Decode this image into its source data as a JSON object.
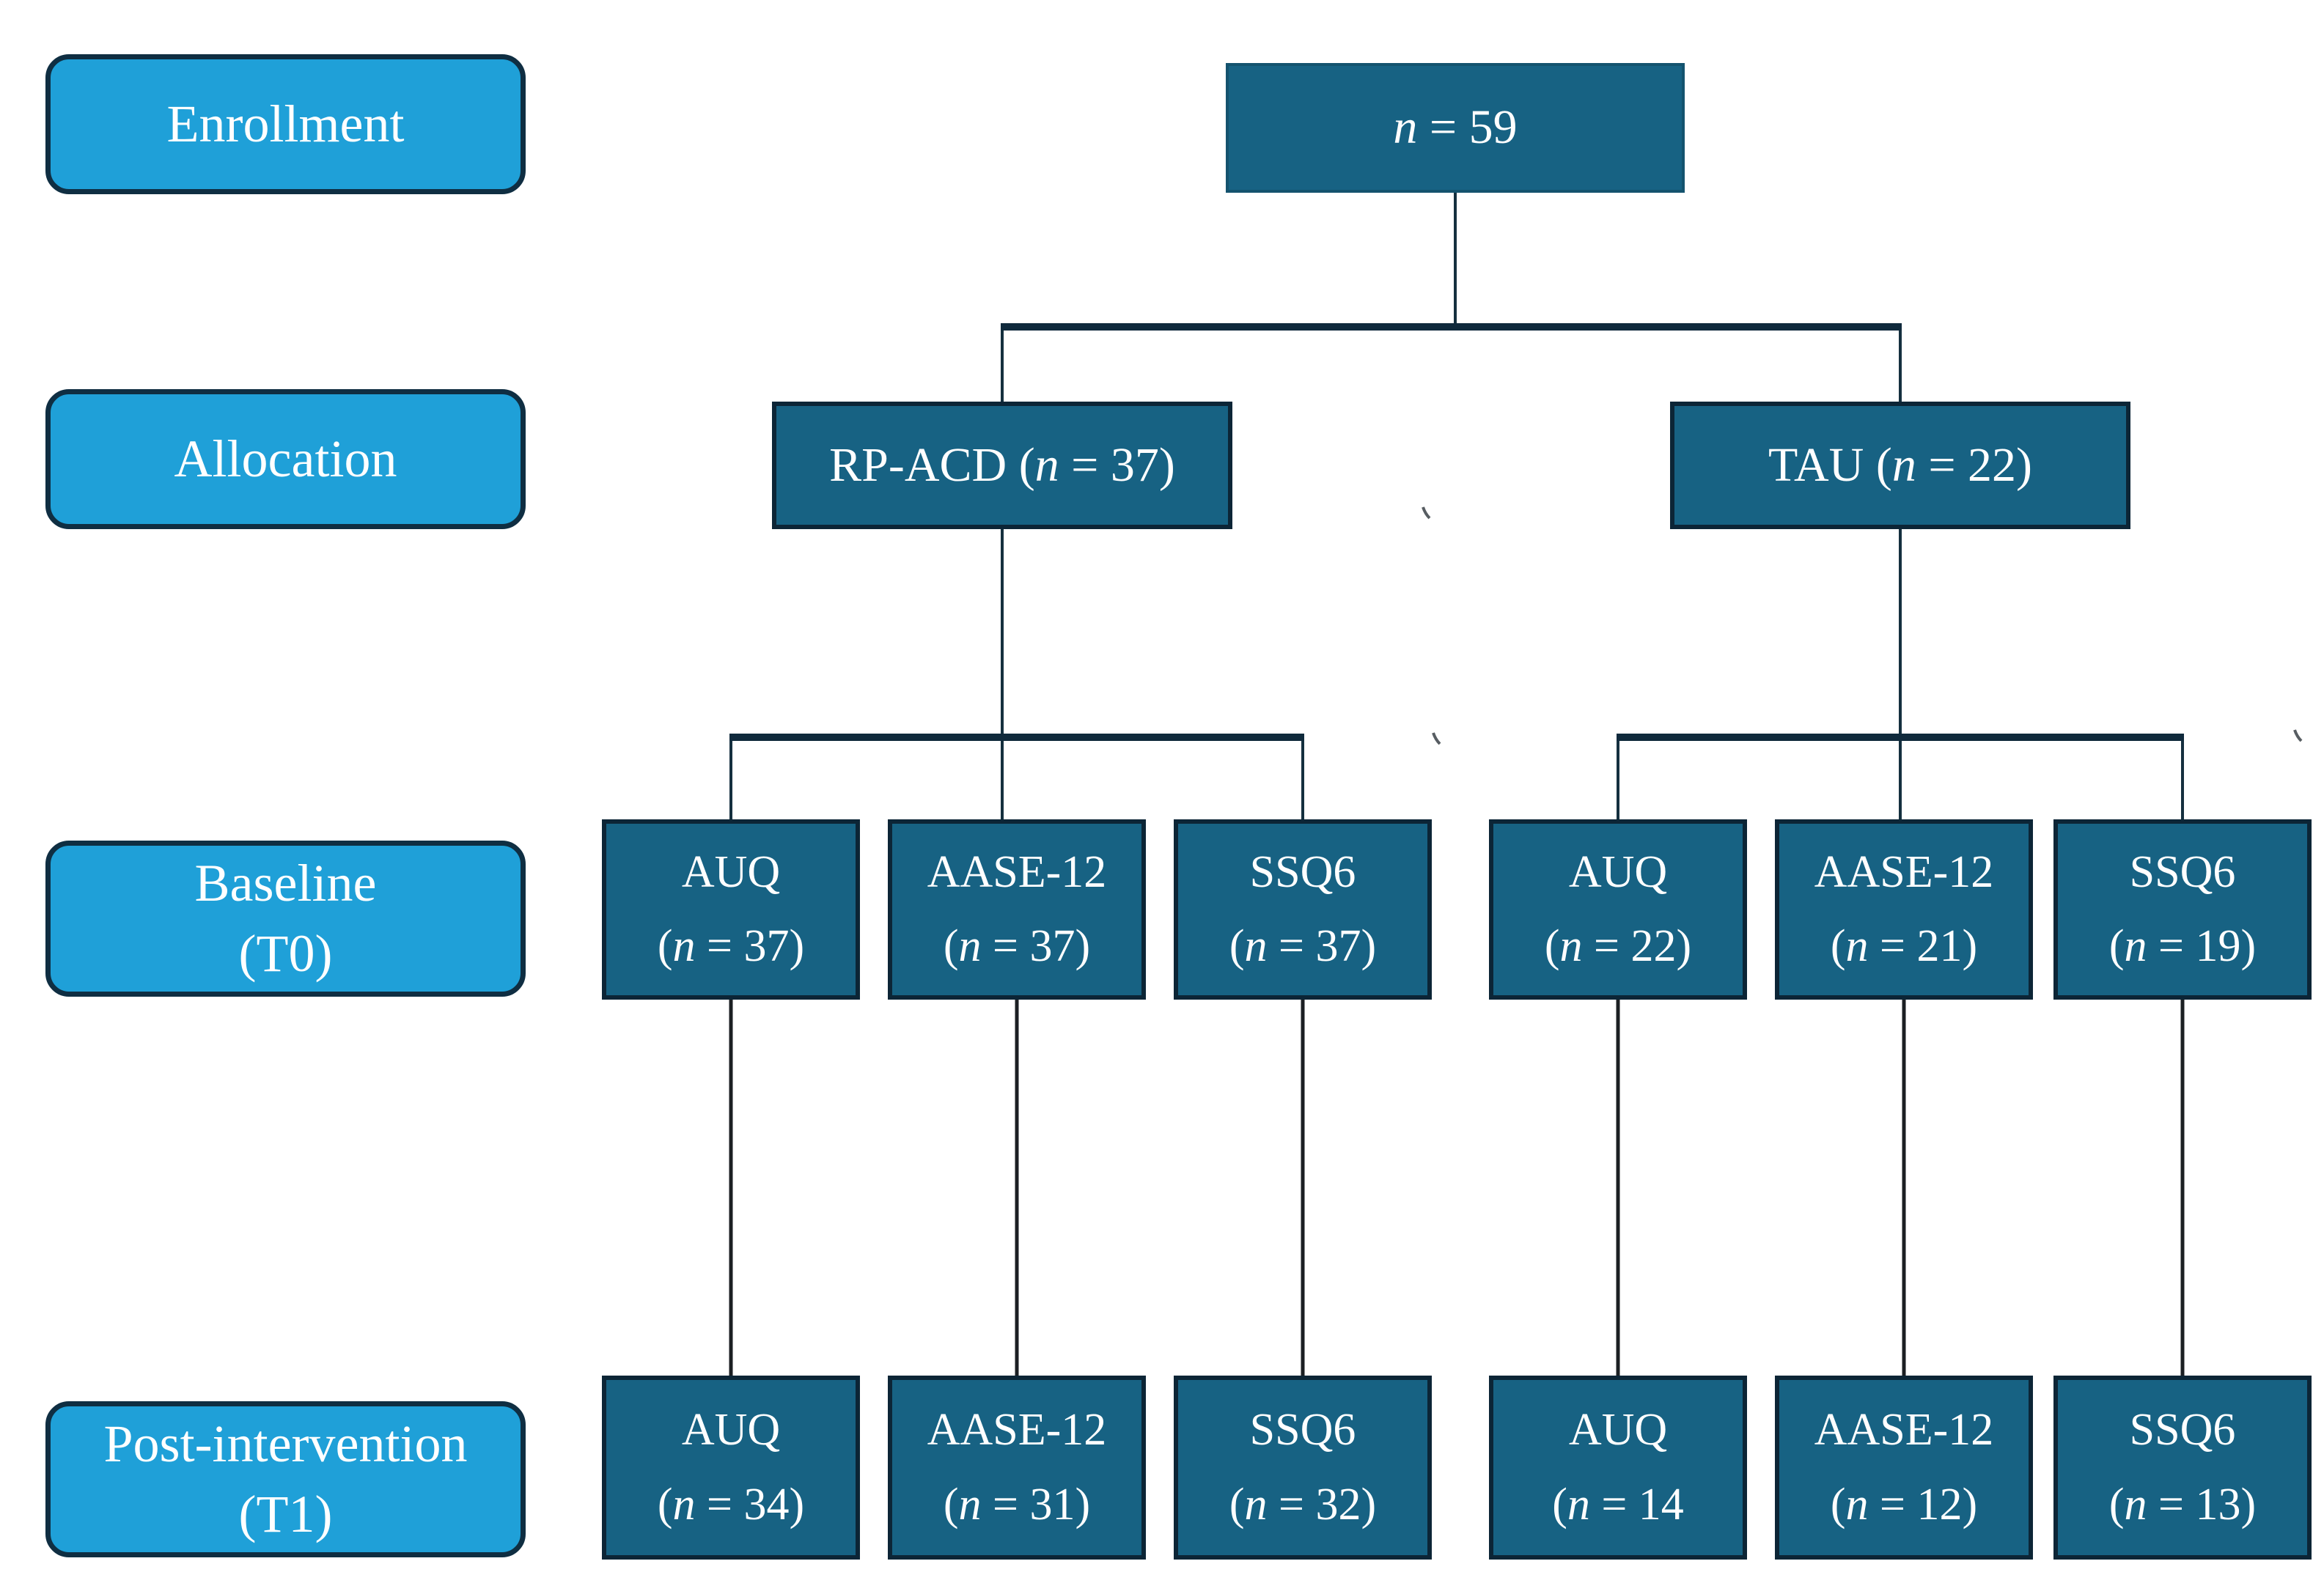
{
  "palette": {
    "stage_fill": "#1FA0D8",
    "stage_border": "#0f2e42",
    "node_fill": "#176283",
    "node_border": "#0c2536",
    "connector": "#15303f",
    "text": "#ffffff",
    "background": "#ffffff"
  },
  "stages": [
    {
      "line1": "Enrollment",
      "line2": ""
    },
    {
      "line1": "Allocation",
      "line2": ""
    },
    {
      "line1": "Baseline",
      "line2": "(T0)"
    },
    {
      "line1": "Post-intervention",
      "line2": "(T1)"
    }
  ],
  "enrollment_box": {
    "var": "n",
    "rest": " = 59"
  },
  "allocation_boxes": [
    {
      "name": "RP-ACD",
      "open": " (",
      "var": "n",
      "rest": " = 37)"
    },
    {
      "name": "TAU",
      "open": " (",
      "var": "n",
      "rest": " = 22)"
    }
  ],
  "baseline_boxes": [
    {
      "title": "AUQ",
      "open": "(",
      "var": "n",
      "rest": " = 37)"
    },
    {
      "title": "AASE-12",
      "open": "(",
      "var": "n",
      "rest": " = 37)"
    },
    {
      "title": "SSQ6",
      "open": "(",
      "var": "n",
      "rest": " = 37)"
    },
    {
      "title": "AUQ",
      "open": "(",
      "var": "n",
      "rest": " = 22)"
    },
    {
      "title": "AASE-12",
      "open": "(",
      "var": "n",
      "rest": " = 21)"
    },
    {
      "title": "SSQ6",
      "open": "(",
      "var": "n",
      "rest": " = 19)"
    }
  ],
  "post_boxes": [
    {
      "title": "AUQ",
      "open": "(",
      "var": "n",
      "rest": " = 34)"
    },
    {
      "title": "AASE-12",
      "open": "(",
      "var": "n",
      "rest": " = 31)"
    },
    {
      "title": "SSQ6",
      "open": "(",
      "var": "n",
      "rest": " = 32)"
    },
    {
      "title": "AUQ",
      "open": "(",
      "var": "n",
      "rest": " = 14"
    },
    {
      "title": "AASE-12",
      "open": "(",
      "var": "n",
      "rest": " = 12)"
    },
    {
      "title": "SSQ6",
      "open": "(",
      "var": "n",
      "rest": " = 13)"
    }
  ]
}
